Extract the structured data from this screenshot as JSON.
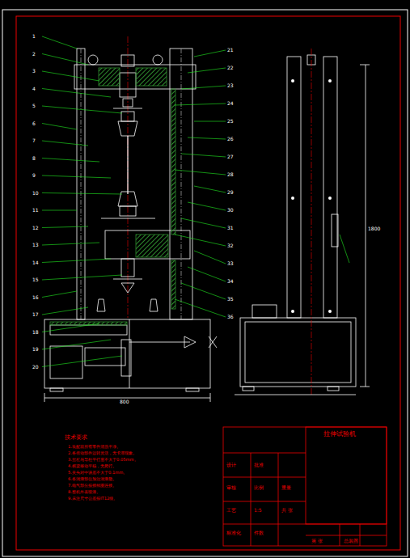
{
  "diagram": {
    "labels": [
      "技术要求",
      "1.装配前所有零件清洗干净。",
      "2.各传动部件运转灵活，无卡滞现象。",
      "3.丝杠与导柱平行度不大于0.05mm。",
      "4.横梁移动平稳，无爬行。",
      "5.夹头对中误差不大于0.1mm。",
      "6.各润滑部位加注润滑脂。",
      "7.电气部分按接线图连接。",
      "8.整机外表喷漆。",
      "9.未注尺寸公差按IT12级。",
      "1",
      "2",
      "3",
      "4",
      "5",
      "6",
      "7",
      "8",
      "9",
      "10",
      "11",
      "12",
      "13",
      "14",
      "15",
      "16",
      "17",
      "18",
      "19",
      "20",
      "21",
      "22",
      "23",
      "24",
      "25",
      "26",
      "27",
      "28",
      "29",
      "30",
      "31",
      "32",
      "33",
      "34",
      "35",
      "36",
      "800",
      "1800",
      "拉伸试验机",
      "设计",
      "审核",
      "工艺",
      "标准化",
      "批准",
      "比例",
      "1:5",
      "件数",
      "重量",
      "共 张",
      "第 张",
      "总装图"
    ]
  }
}
